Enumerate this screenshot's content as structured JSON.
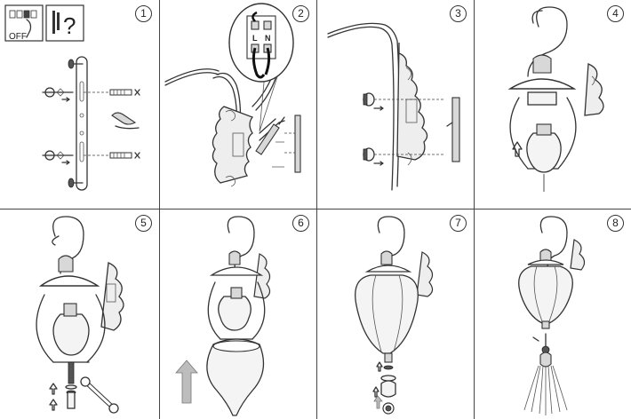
{
  "steps": [
    {
      "number": "1"
    },
    {
      "number": "2"
    },
    {
      "number": "3"
    },
    {
      "number": "4"
    },
    {
      "number": "5"
    },
    {
      "number": "6"
    },
    {
      "number": "7"
    },
    {
      "number": "8"
    }
  ],
  "warning": {
    "switch_label": "OFF",
    "question_mark": "?"
  },
  "wiring": {
    "live_label": "L",
    "neutral_label": "N"
  },
  "icons": [
    "power-off-icon",
    "tools-warning-icon",
    "wrench-icon",
    "up-arrow-icon",
    "x-mark-icon"
  ],
  "colors": {
    "line": "#333333",
    "grid": "#444444",
    "glass": "#f4f4f4",
    "arrow": "#bdbdbd"
  }
}
